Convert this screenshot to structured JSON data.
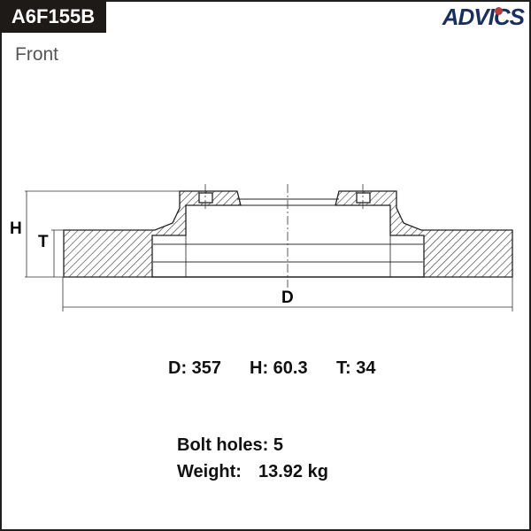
{
  "header": {
    "part_number": "A6F155B",
    "brand_logo": "ADVICS",
    "view": "Front"
  },
  "diagram": {
    "labels": {
      "height": "H",
      "thickness": "T",
      "diameter": "D"
    }
  },
  "specs": {
    "diameter": "D: 357",
    "height": "H: 60.3",
    "thickness": "T: 34",
    "bolt_holes": "Bolt holes: 5",
    "weight_label": "Weight:",
    "weight_value": "13.92 kg"
  },
  "colors": {
    "header_bg": "#1e1a18",
    "logo_blue": "#1b2f5e",
    "logo_red": "#b0413e"
  }
}
